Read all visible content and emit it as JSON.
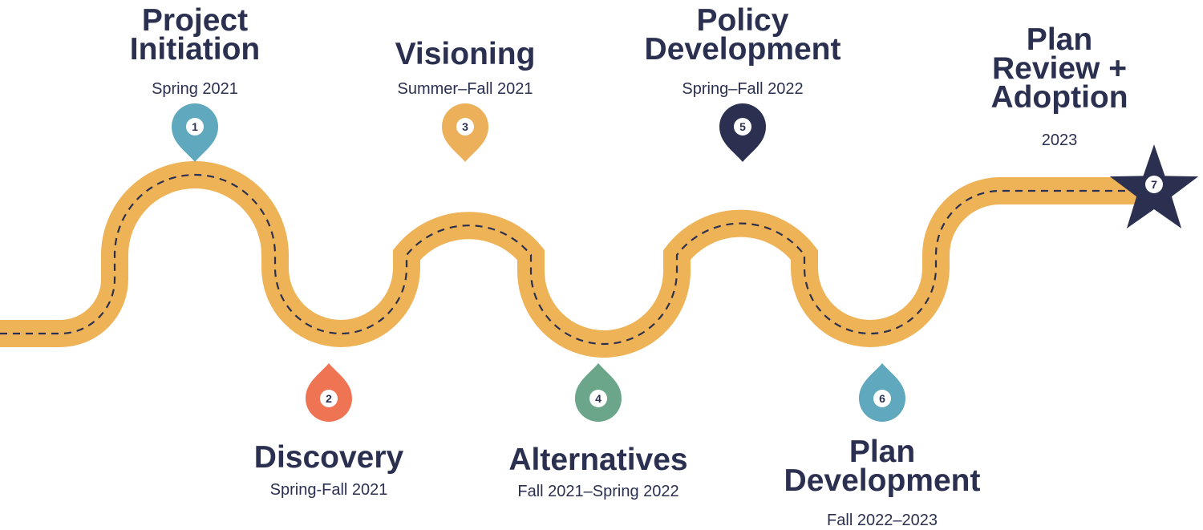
{
  "colors": {
    "road": "#eeb257",
    "dash": "#2b3050",
    "text": "#2b3050",
    "teal": "#5fa8bd",
    "coral": "#ee7454",
    "gold": "#edb05a",
    "green": "#6ba58a",
    "navy": "#2b3050"
  },
  "stages": [
    {
      "number": "1",
      "title": "Project\nInitiation",
      "date": "Spring 2021",
      "marker": "pin",
      "color": "teal"
    },
    {
      "number": "2",
      "title": "Discovery",
      "date": "Spring-Fall 2021",
      "marker": "pin",
      "color": "coral"
    },
    {
      "number": "3",
      "title": "Visioning",
      "date": "Summer–Fall 2021",
      "marker": "pin",
      "color": "gold"
    },
    {
      "number": "4",
      "title": "Alternatives",
      "date": "Fall 2021–Spring 2022",
      "marker": "pin",
      "color": "green"
    },
    {
      "number": "5",
      "title": "Policy\nDevelopment",
      "date": "Spring–Fall 2022",
      "marker": "pin",
      "color": "navy"
    },
    {
      "number": "6",
      "title": "Plan\nDevelopment",
      "date": "Fall 2022–2023",
      "marker": "pin",
      "color": "teal"
    },
    {
      "number": "7",
      "title": "Plan\nReview +\nAdoption",
      "date": "2023",
      "marker": "star-icon",
      "color": "navy"
    }
  ]
}
